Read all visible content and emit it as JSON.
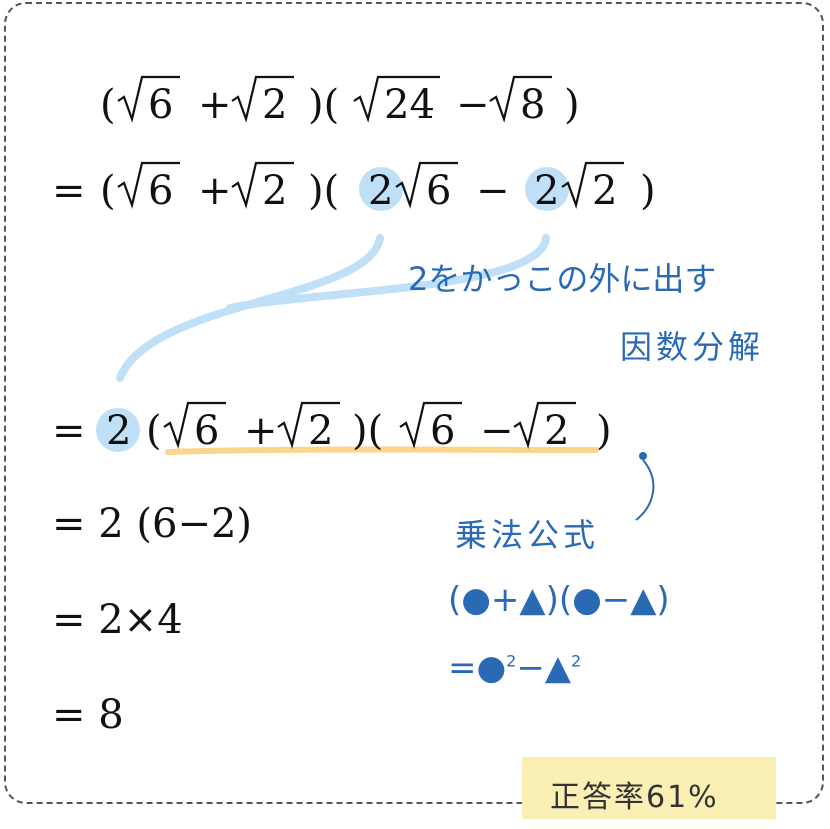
{
  "lines": [
    {
      "text": "(√6 + √2)(√24 − √8)"
    },
    {
      "text": "= (√6 + √2)(2√6 − 2√2)"
    },
    {
      "text": "= 2(√6 + √2)(√6 − √2)"
    },
    {
      "text": "= 2 (6 − 2)"
    },
    {
      "text": "= 2 × 4"
    },
    {
      "text": "= 8"
    }
  ],
  "line1": {
    "lp": "(",
    "r1": "6",
    "plus": "+",
    "r2": "2",
    "mid": ")(",
    "r3": "24",
    "minus": "−",
    "r4": "8",
    "rp": ")"
  },
  "line2": {
    "eq": "=",
    "lp": "(",
    "r1": "6",
    "plus": "+",
    "r2": "2",
    "mid": ")(",
    "c1": "2",
    "r3": "6",
    "minus": "−",
    "c2": "2",
    "r4": "2",
    "rp": ")"
  },
  "line3": {
    "eq": "=",
    "c": "2",
    "lp": "(",
    "r1": "6",
    "plus": "+",
    "r2": "2",
    "mid": ")(",
    "r3": "6",
    "minus": "−",
    "r4": "2",
    "rp": ")"
  },
  "line4": {
    "text": "= 2 (6−2)"
  },
  "line5": {
    "text": "= 2×4"
  },
  "line6": {
    "text": "= 8"
  },
  "annotations": {
    "factor_note_1": "2をかっこの外に出す",
    "factor_note_2": "因数分解",
    "formula_title": "乗法公式",
    "formula_line1": "(●+▲)(●−▲)",
    "formula_line2_eq": "=",
    "formula_line2_circle": "●",
    "formula_line2_sup1": "2",
    "formula_line2_minus": "−",
    "formula_line2_tri": "▲",
    "formula_line2_sup2": "2"
  },
  "answer_rate": "正答率61%",
  "colors": {
    "highlight": "#bfe0f7",
    "curve": "#bfe0f7",
    "underline": "#fbd58a",
    "annotation": "#2a6ab5",
    "answer_bg": "#fbf0b4"
  }
}
